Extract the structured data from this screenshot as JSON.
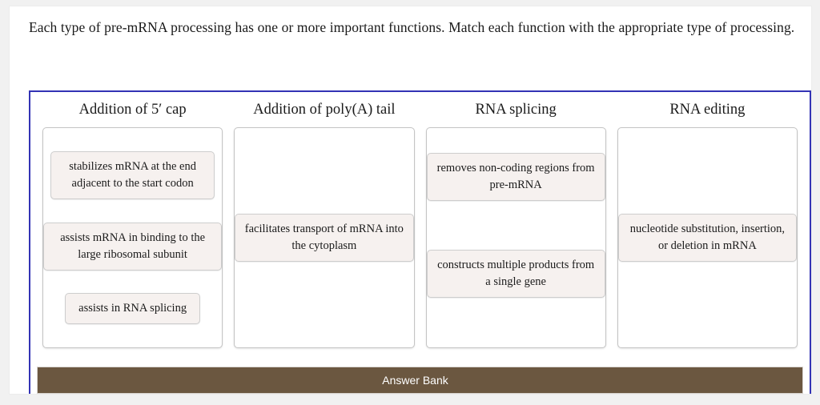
{
  "prompt": "Each type of pre-mRNA processing has one or more important functions. Match each function with the appropriate type of processing.",
  "colors": {
    "page_background": "#f1f1f1",
    "sheet_background": "#ffffff",
    "container_border": "#3333b5",
    "dropzone_border": "#c4c4c4",
    "card_background": "#f6f1ef",
    "card_border": "#cdcdcd",
    "answer_bank_background": "#6b5740",
    "answer_bank_text": "#ffffff"
  },
  "columns": [
    {
      "title": "Addition of 5′ cap",
      "slots": [
        {
          "filled": false,
          "label": ""
        },
        {
          "filled": true,
          "label": "stabilizes mRNA at the end adjacent to the start codon"
        },
        {
          "filled": false,
          "label": ""
        },
        {
          "filled": true,
          "label": "assists mRNA in binding to the large ribosomal subunit"
        },
        {
          "filled": false,
          "label": ""
        },
        {
          "filled": true,
          "label": "assists in RNA splicing"
        },
        {
          "filled": false,
          "label": ""
        }
      ]
    },
    {
      "title": "Addition of poly(A) tail",
      "slots": [
        {
          "filled": false,
          "label": ""
        },
        {
          "filled": false,
          "label": ""
        },
        {
          "filled": false,
          "label": ""
        },
        {
          "filled": true,
          "label": "facilitates transport of mRNA into the cytoplasm"
        },
        {
          "filled": false,
          "label": ""
        },
        {
          "filled": false,
          "label": ""
        },
        {
          "filled": false,
          "label": ""
        }
      ]
    },
    {
      "title": "RNA splicing",
      "slots": [
        {
          "filled": false,
          "label": ""
        },
        {
          "filled": true,
          "label": "removes non-coding regions from pre-mRNA"
        },
        {
          "filled": false,
          "label": ""
        },
        {
          "filled": false,
          "label": ""
        },
        {
          "filled": true,
          "label": "constructs multiple products from a single gene"
        },
        {
          "filled": false,
          "label": ""
        },
        {
          "filled": false,
          "label": ""
        }
      ]
    },
    {
      "title": "RNA editing",
      "slots": [
        {
          "filled": false,
          "label": ""
        },
        {
          "filled": false,
          "label": ""
        },
        {
          "filled": false,
          "label": ""
        },
        {
          "filled": true,
          "label": "nucleotide substitution, insertion, or deletion in mRNA"
        },
        {
          "filled": false,
          "label": ""
        },
        {
          "filled": false,
          "label": ""
        },
        {
          "filled": false,
          "label": ""
        }
      ]
    }
  ],
  "answer_bank": {
    "label": "Answer Bank"
  }
}
